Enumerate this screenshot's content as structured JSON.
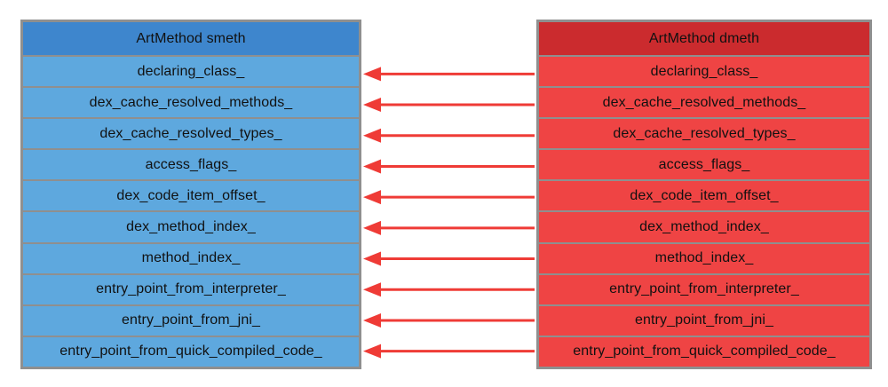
{
  "diagram": {
    "title": "ArtMethod smeth / ArtMethod dmeth field copy",
    "colors": {
      "source_header": "#cb2b2e",
      "source_row": "#ef4444",
      "target_header": "#3e86cd",
      "target_row": "#5ea8de",
      "border": "#8f8f8f",
      "arrow": "#ef3b36",
      "background": "#ffffff"
    }
  },
  "left_struct": {
    "header": "ArtMethod smeth",
    "fields": [
      "declaring_class_",
      "dex_cache_resolved_methods_",
      "dex_cache_resolved_types_",
      "access_flags_",
      "dex_code_item_offset_",
      "dex_method_index_",
      "method_index_",
      "entry_point_from_interpreter_",
      "entry_point_from_jni_",
      "entry_point_from_quick_compiled_code_"
    ]
  },
  "right_struct": {
    "header": "ArtMethod dmeth",
    "fields": [
      "declaring_class_",
      "dex_cache_resolved_methods_",
      "dex_cache_resolved_types_",
      "access_flags_",
      "dex_code_item_offset_",
      "dex_method_index_",
      "method_index_",
      "entry_point_from_interpreter_",
      "entry_point_from_jni_",
      "entry_point_from_quick_compiled_code_"
    ]
  },
  "arrows": {
    "count": 10,
    "direction": "right-to-left",
    "from_struct": "ArtMethod dmeth",
    "to_struct": "ArtMethod smeth",
    "rows": [
      "declaring_class_",
      "dex_cache_resolved_methods_",
      "dex_cache_resolved_types_",
      "access_flags_",
      "dex_code_item_offset_",
      "dex_method_index_",
      "method_index_",
      "entry_point_from_interpreter_",
      "entry_point_from_jni_",
      "entry_point_from_quick_compiled_code_"
    ]
  }
}
